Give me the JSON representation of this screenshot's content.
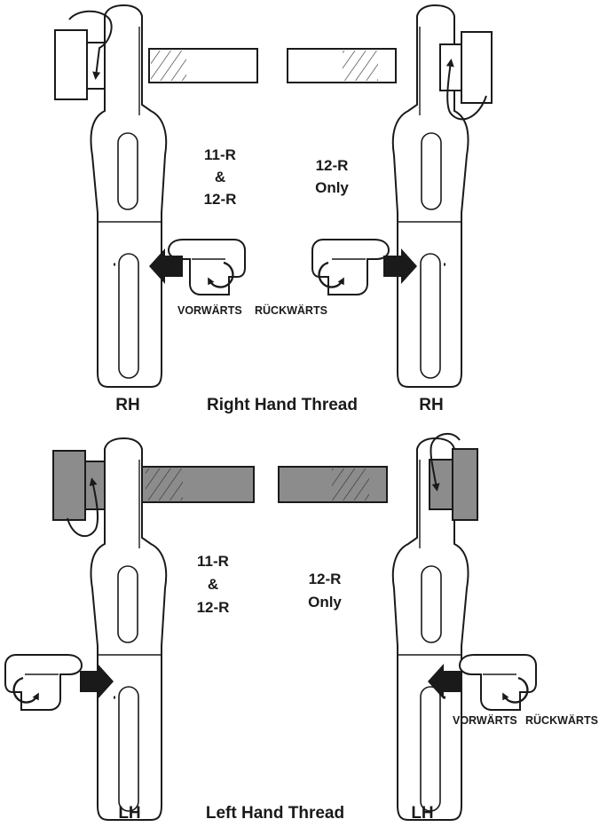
{
  "top_panel": {
    "caption": "Right Hand Thread",
    "left_side_label": "RH",
    "right_side_label": "RH",
    "left_tooth_label_1": "11-R",
    "left_tooth_label_amp": "&",
    "left_tooth_label_2": "12-R",
    "right_tooth_label_1": "12-R",
    "right_tooth_label_2": "Only",
    "direction_forward": "VORWÄRTS",
    "direction_reverse": "RÜCKWÄRTS",
    "fastener_color": "#ffffff"
  },
  "bottom_panel": {
    "caption": "Left Hand Thread",
    "left_side_label": "LH",
    "right_side_label": "LH",
    "left_tooth_label_1": "11-R",
    "left_tooth_label_amp": "&",
    "left_tooth_label_2": "12-R",
    "right_tooth_label_1": "12-R",
    "right_tooth_label_2": "Only",
    "direction_forward": "VORWÄRTS",
    "direction_reverse": "RÜCKWÄRTS",
    "fastener_color": "#8c8c8c"
  }
}
